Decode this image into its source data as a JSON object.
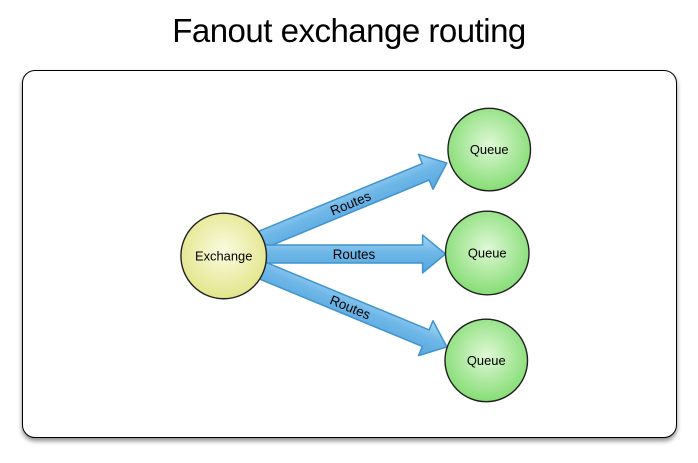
{
  "title": "Fanout exchange routing",
  "diagram": {
    "exchange": {
      "label": "Exchange"
    },
    "queues": [
      {
        "label": "Queue"
      },
      {
        "label": "Queue"
      },
      {
        "label": "Queue"
      }
    ],
    "routes": [
      {
        "label": "Routes"
      },
      {
        "label": "Routes"
      },
      {
        "label": "Routes"
      }
    ],
    "colors": {
      "exchange_fill_center": "#fafbe0",
      "exchange_fill_edge": "#e0e381",
      "queue_fill_center": "#dff8d5",
      "queue_fill_edge": "#7cda6b",
      "arrow_fill_top": "#a6d7f3",
      "arrow_fill_mid": "#6fb7e8",
      "arrow_fill_bottom": "#57a7de",
      "arrow_stroke": "#3f94cf",
      "node_stroke": "#1f1f1f",
      "title_color": "#000000"
    }
  }
}
